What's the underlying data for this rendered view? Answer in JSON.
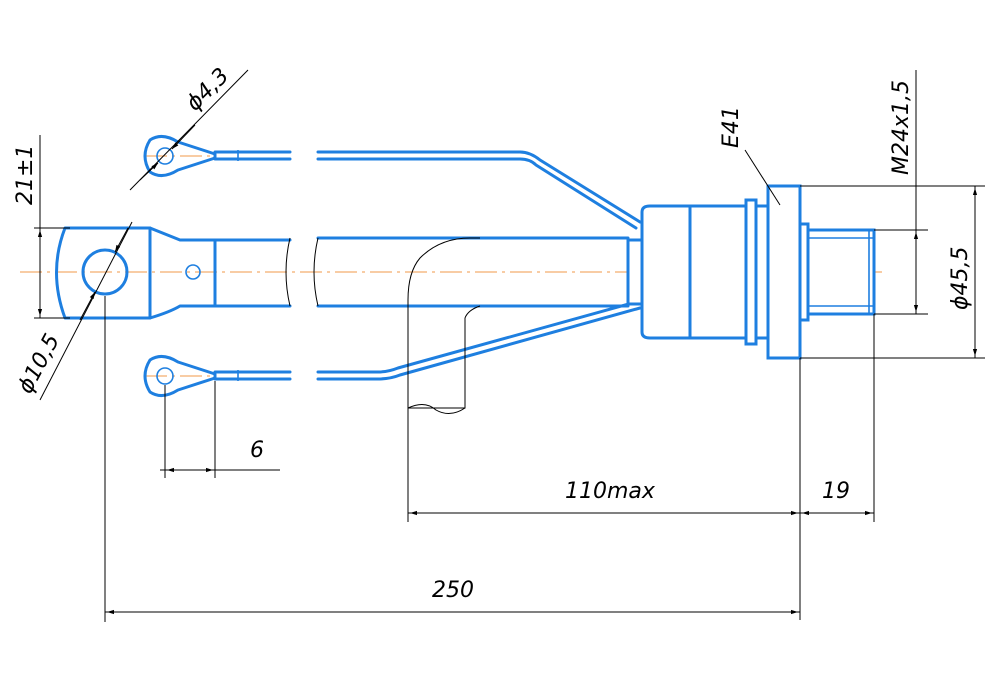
{
  "dimensions": {
    "hole_small": "ϕ4,3",
    "lug_height": "21±1",
    "hole_large": "ϕ10,5",
    "lug_offset": "6",
    "cable_length": "110max",
    "thread_length": "19",
    "total_length": "250",
    "body_diameter": "ϕ45,5",
    "thread": "M24x1,5",
    "part_code": "E41"
  },
  "colors": {
    "outline": "#1e7fe0",
    "axis": "#f29a4a",
    "dimension": "#000000"
  }
}
